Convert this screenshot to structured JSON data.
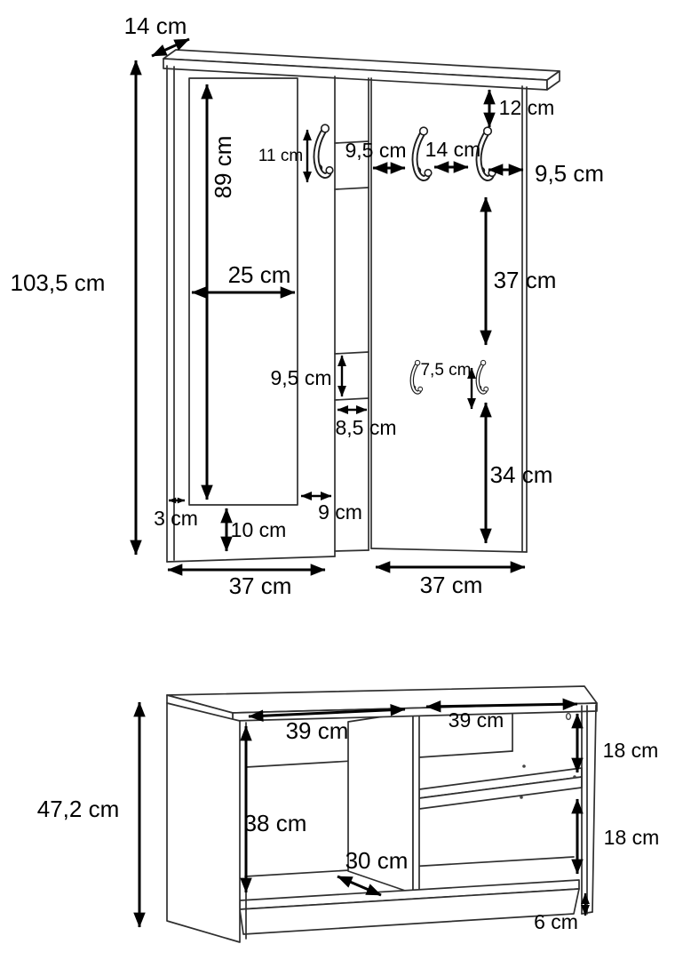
{
  "page": {
    "background": "#ffffff",
    "line_color": "#2f2f2f",
    "accent_color": "#000000"
  },
  "top_unit": {
    "name": "wall-panel-with-mirror-and-hooks",
    "dims": {
      "shelf_depth": "14 cm",
      "total_height": "103,5 cm",
      "mirror_height": "89 cm",
      "hook_length": "11 cm",
      "hook_inset_left": "9,5 cm",
      "hook_spacing": "14 cm",
      "shelf_to_hooks": "12 cm",
      "hook_inset_right": "9,5 cm",
      "mirror_width": "25 cm",
      "hook_rows_gap": "37 cm",
      "strip_section_height": "9,5 cm",
      "small_hook_length": "7,5 cm",
      "strip_width": "8,5 cm",
      "lower_hooks_to_bottom": "34 cm",
      "mirror_right_gap": "9 cm",
      "mirror_left_gap": "3 cm",
      "mirror_bottom_gap": "10 cm",
      "left_panel_width": "37 cm",
      "right_panel_width": "37 cm"
    }
  },
  "bottom_unit": {
    "name": "shoe-bench",
    "dims": {
      "height": "47,2 cm",
      "left_compartment_width": "39 cm",
      "right_compartment_width": "39 cm",
      "upper_shelf_spacing": "18 cm",
      "door_height": "38 cm",
      "partition_depth": "30 cm",
      "lower_shelf_spacing": "18 cm",
      "plinth_height": "6 cm"
    }
  }
}
